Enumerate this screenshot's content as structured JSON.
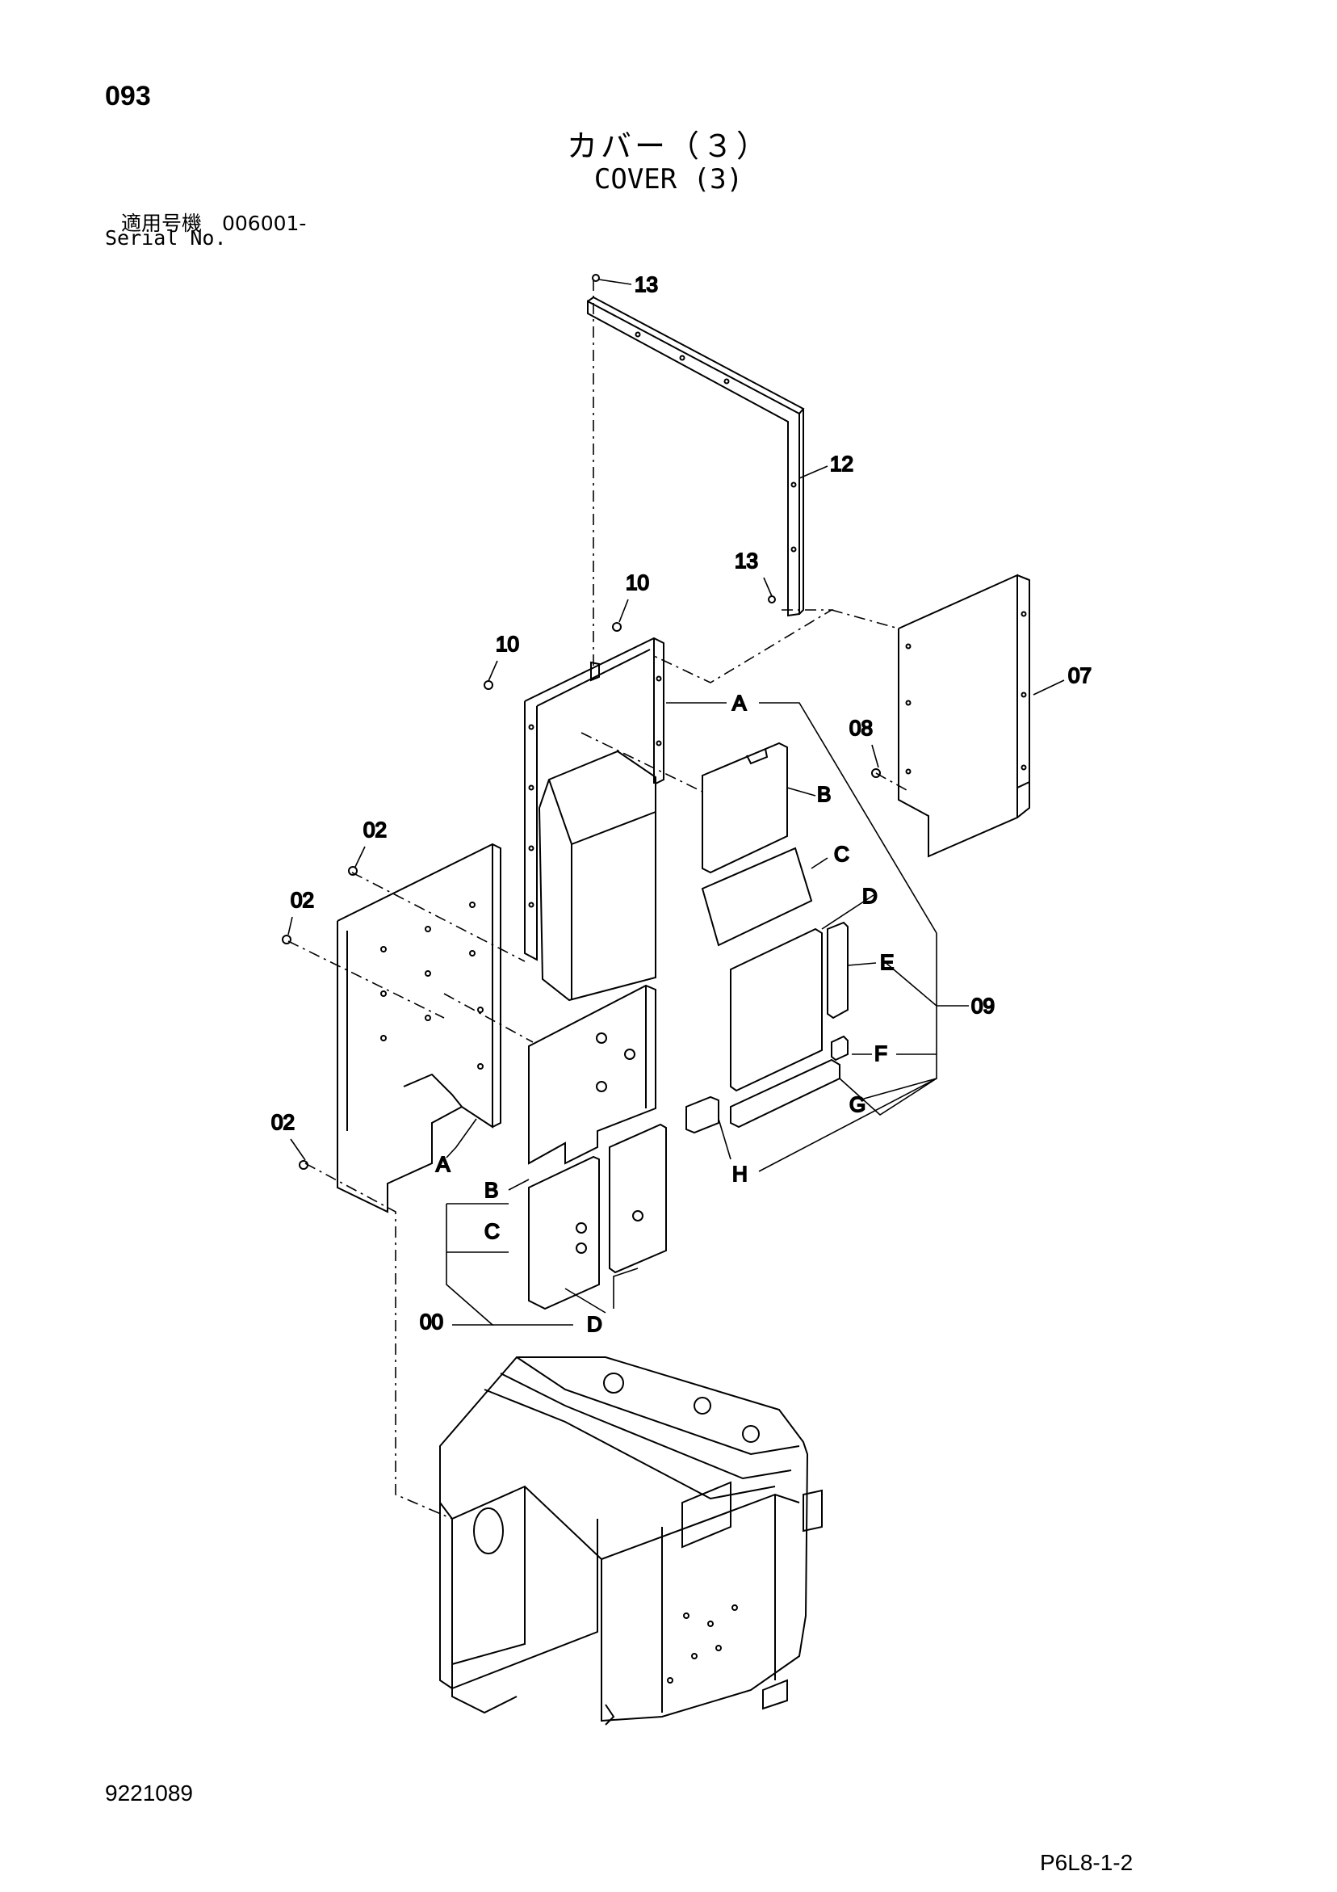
{
  "header": {
    "page_number": "093",
    "title_jp": "カバー（３）",
    "title_en": "COVER (3)",
    "serial_jp": "適用号機　006001-",
    "serial_en": "Serial No."
  },
  "footer": {
    "drawing_number": "9221089",
    "page_code": "P6L8-1-2"
  },
  "callouts": {
    "c13a": "13",
    "c12": "12",
    "c13b": "13",
    "c10a": "10",
    "c10b": "10",
    "c07": "07",
    "c08": "08",
    "c02a": "02",
    "c02b": "02",
    "c02c": "02",
    "c09": "09",
    "c00": "00",
    "A_right": "A",
    "B_right": "B",
    "C_right": "C",
    "D_right": "D",
    "E_right": "E",
    "F_right": "F",
    "G_right": "G",
    "H_right": "H",
    "A_left": "A",
    "B_left": "B",
    "C_left": "C",
    "D_left": "D"
  }
}
